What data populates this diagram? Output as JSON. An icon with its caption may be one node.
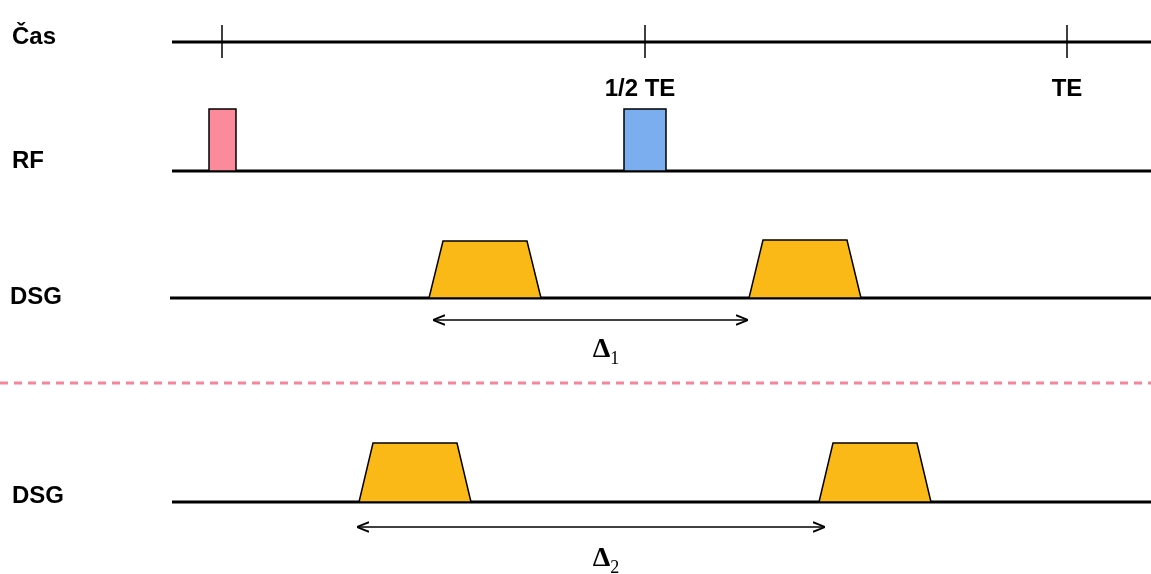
{
  "diagram": {
    "labels": [
      "Čas",
      "1/2 TE",
      "TE",
      "RF",
      "DSG",
      "Δ$_{1}$",
      "DSG",
      "Δ$_{2}$"
    ]
  }
}
